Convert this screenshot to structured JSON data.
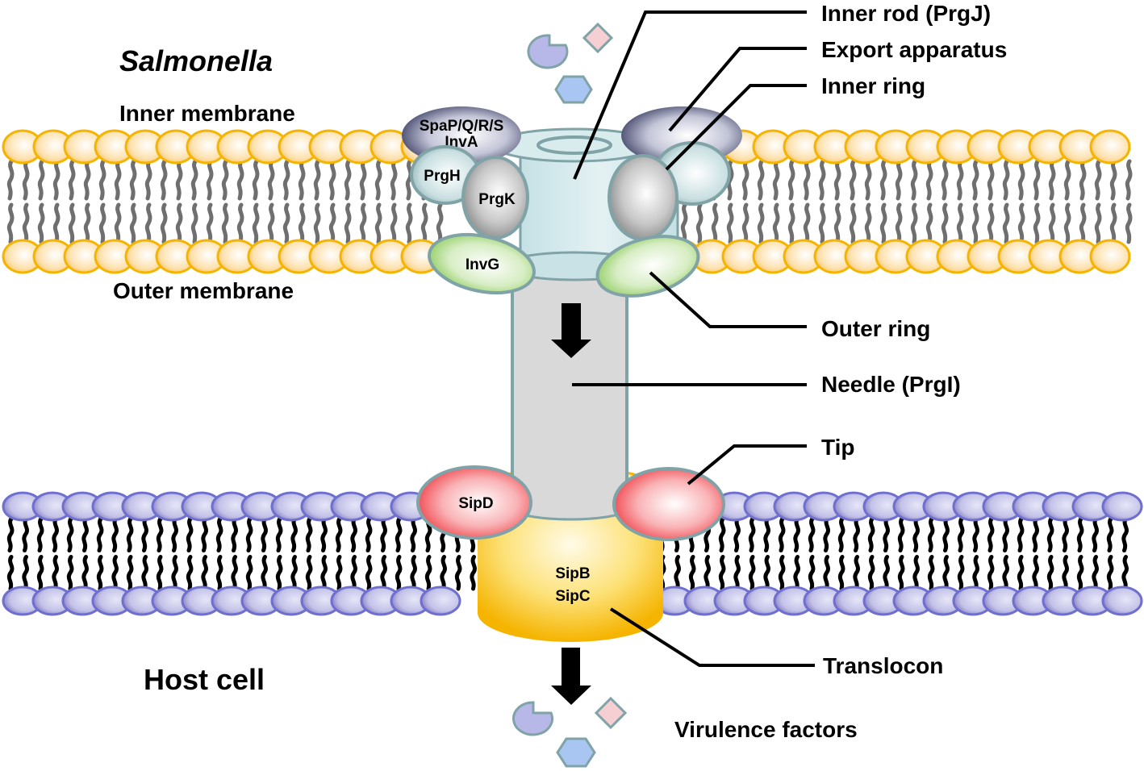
{
  "title_organism": "Salmonella",
  "regions": {
    "inner_membrane": "Inner membrane",
    "outer_membrane": "Outer membrane",
    "host_cell": "Host cell"
  },
  "proteins": {
    "export_apparatus": "SpaP/Q/R/S",
    "export_apparatus_2": "InvA",
    "inner_ring_a": "PrgH",
    "inner_ring_b": "PrgK",
    "outer_ring": "InvG",
    "tip": "SipD",
    "translocon_a": "SipB",
    "translocon_b": "SipC"
  },
  "callouts": [
    {
      "id": "inner-rod",
      "label": "Inner rod (PrgJ)"
    },
    {
      "id": "export-apparatus",
      "label": "Export apparatus"
    },
    {
      "id": "inner-ring",
      "label": "Inner ring"
    },
    {
      "id": "outer-ring",
      "label": "Outer ring"
    },
    {
      "id": "needle",
      "label": "Needle (PrgI)"
    },
    {
      "id": "tip",
      "label": "Tip"
    },
    {
      "id": "translocon",
      "label": "Translocon"
    }
  ],
  "virulence_label": "Virulence factors",
  "colors": {
    "bacterial_lipid_head": "#f5b400",
    "host_lipid_head": "#6f6fd0",
    "needle": "#d9d9d9",
    "base_cylinder": "#cfe7ea",
    "outline": "#7fa3a6",
    "export_apparatus": "#3b3e63",
    "inner_ring_teal": "#a9c9cc",
    "inner_ring_gray": "#9a9a9a",
    "outer_ring_green": "#8ccc5a",
    "tip_red": "#f04a50",
    "translocon_yellow": "#f5b800",
    "effector_pacman": "#b8b8e8",
    "effector_diamond": "#f6cfd2",
    "effector_hexagon": "#a9c6f2"
  }
}
